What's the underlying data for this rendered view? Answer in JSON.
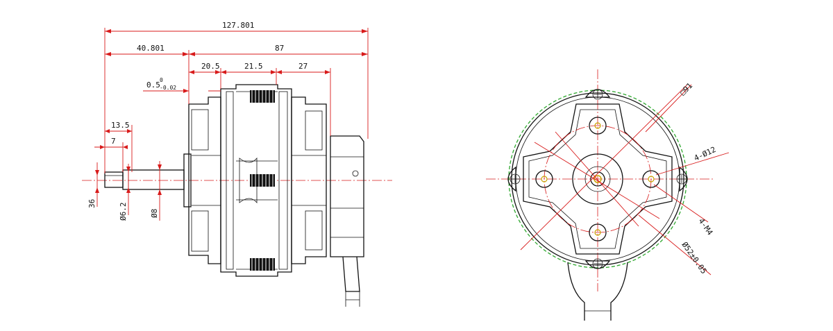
{
  "dimensions": {
    "overall_length": "127.801",
    "shaft_extension": "40.801",
    "body_length": "87",
    "seg1": "20.5",
    "seg2": "21.5",
    "seg3": "27",
    "gap_base": "0.5",
    "gap_sup": "0",
    "gap_sub": "-0.02",
    "flat_length": "13.5",
    "flat_small": "7",
    "flat_depth": "36",
    "shaft_dia_small": "Ø6.2",
    "shaft_dia": "Ø8",
    "square": "□91",
    "holes": "4-Ø12",
    "screw": "4-M4",
    "pcd": "Ø52±0.05"
  },
  "colors": {
    "outline": "#111111",
    "dimension": "#d81b1b",
    "envelope": "#2ea82e"
  }
}
